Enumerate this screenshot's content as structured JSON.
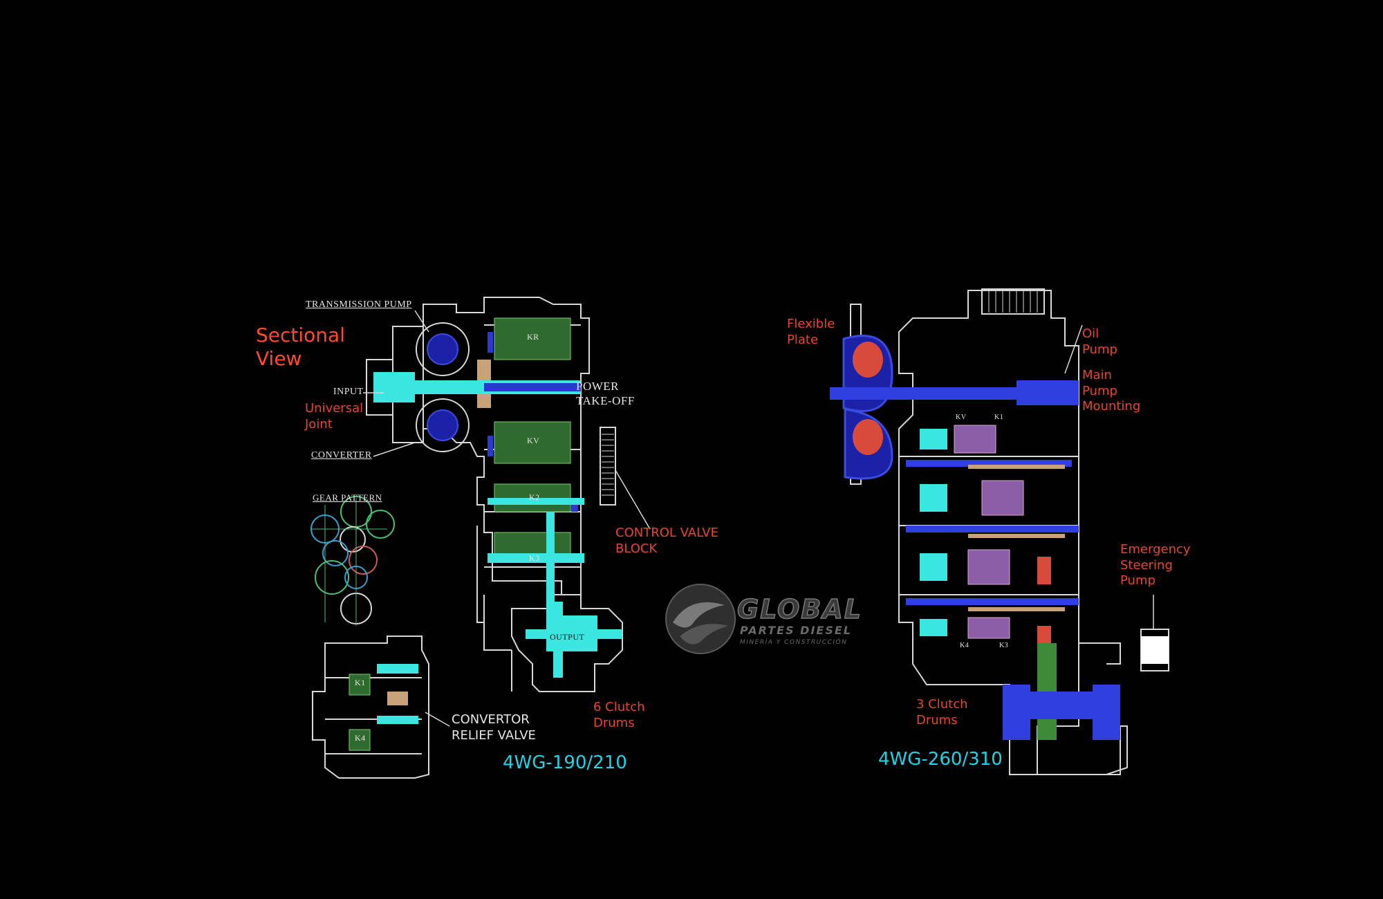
{
  "left": {
    "heading": [
      "Sectional",
      "View"
    ],
    "labels": {
      "transmission_pump": "TRANSMISSION PUMP",
      "input": "INPUT",
      "universal_joint": [
        "Universal",
        "Joint"
      ],
      "converter": "CONVERTER",
      "power_take_off": [
        "POWER",
        "TAKE-OFF"
      ],
      "gear_pattern": "GEAR PATTERN",
      "control_valve_block": [
        "CONTROL VALVE",
        "BLOCK"
      ],
      "convertor_relief_valve": [
        "CONVERTOR",
        "RELIEF VALVE"
      ],
      "clutch_drums": [
        "6 Clutch",
        "Drums"
      ],
      "clutches": [
        "KR",
        "KV",
        "K2",
        "K3",
        "K1",
        "K4"
      ],
      "output": "OUTPUT"
    },
    "model": "4WG-190/210"
  },
  "right": {
    "labels": {
      "flexible_plate": [
        "Flexible",
        "Plate"
      ],
      "oil_pump": [
        "Oil",
        "Pump"
      ],
      "main_pump_mounting": [
        "Main",
        "Pump",
        "Mounting"
      ],
      "emergency_steering_pump": [
        "Emergency",
        "Steering",
        "Pump"
      ],
      "clutch_drums": [
        "3 Clutch",
        "Drums"
      ],
      "clutches": [
        "KV",
        "K1",
        "K4",
        "K3"
      ]
    },
    "model": "4WG-260/310"
  },
  "logo": {
    "name": "GLOBAL",
    "line2": "PARTES DIESEL",
    "line3": "MINERÍA Y CONSTRUCCIÓN"
  },
  "colors": {
    "background": "#000000",
    "label_red": "#e8452f",
    "model_cyan": "#22d3e6",
    "shaft_cyan": "#39e6e0",
    "shaft_blue": "#2f3fe0",
    "gear_green": "#3d8a3a",
    "bronze": "#c9a27a",
    "line_white": "#e6e6e6"
  }
}
